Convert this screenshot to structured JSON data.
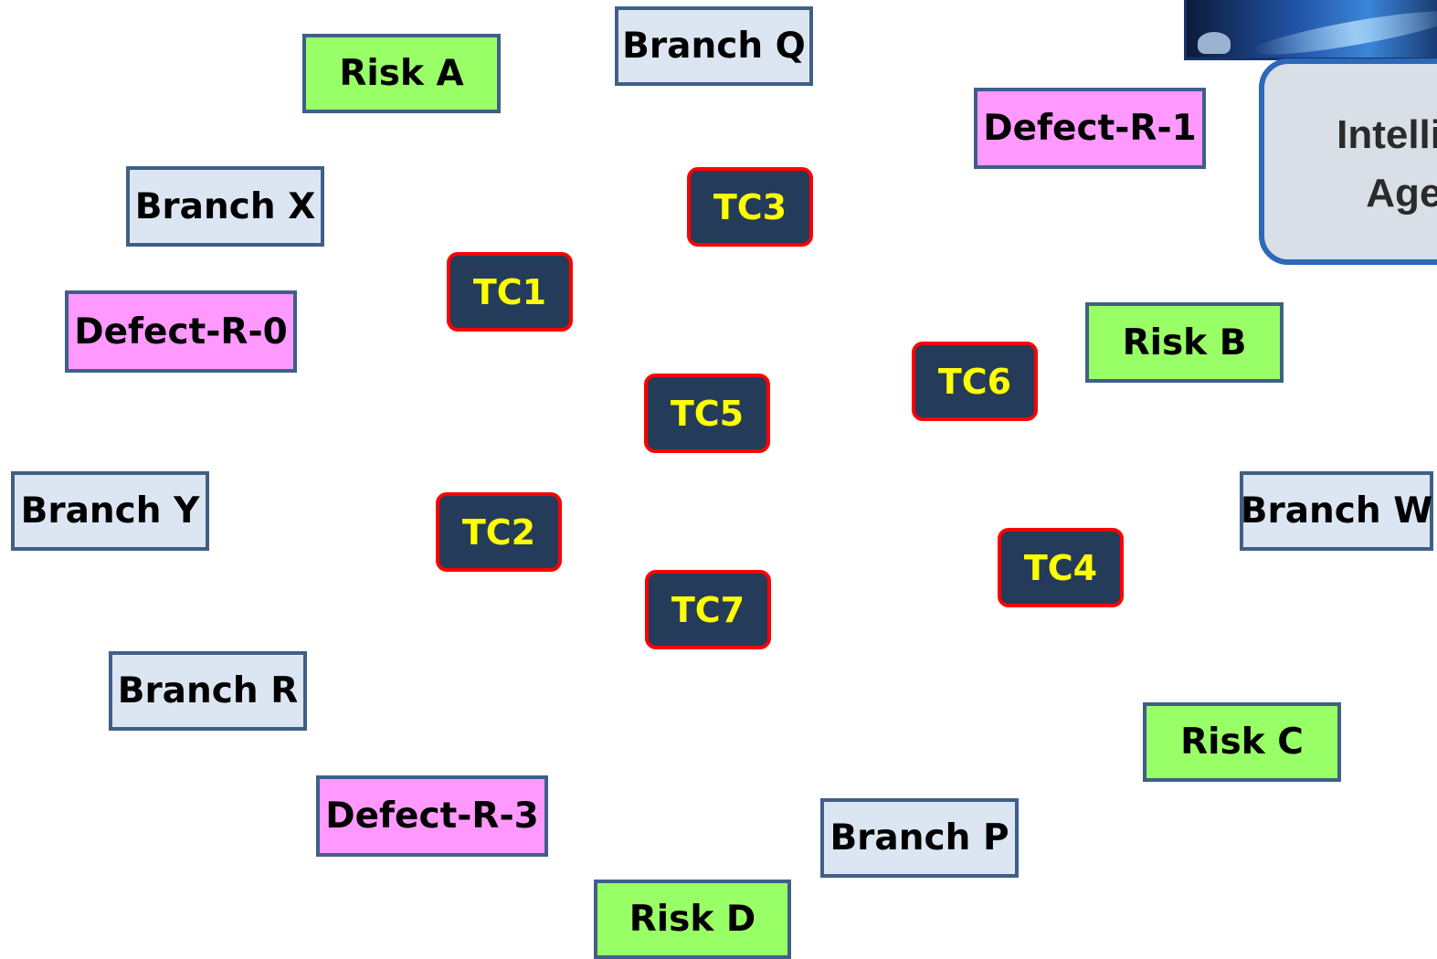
{
  "nodes": {
    "risk_a": "Risk A",
    "branch_q": "Branch Q",
    "defect_r1": "Defect-R-1",
    "branch_x": "Branch X",
    "tc3": "TC3",
    "tc1": "TC1",
    "defect_r0": "Defect-R-0",
    "risk_b": "Risk B",
    "tc6": "TC6",
    "tc5": "TC5",
    "branch_y": "Branch Y",
    "tc2": "TC2",
    "branch_w": "Branch W",
    "tc4": "TC4",
    "tc7": "TC7",
    "branch_r": "Branch R",
    "risk_c": "Risk C",
    "defect_r3": "Defect-R-3",
    "branch_p": "Branch P",
    "risk_d": "Risk D"
  },
  "agent_box": {
    "text": "Intellig\n  Ager"
  },
  "colors": {
    "branch_fill": "#dce6f2",
    "risk_fill": "#99ff66",
    "defect_fill": "#ff99ff",
    "tc_fill": "#243b5a",
    "tc_border": "#ff0000",
    "tc_text": "#ffff00",
    "box_border": "#3f5f87"
  }
}
